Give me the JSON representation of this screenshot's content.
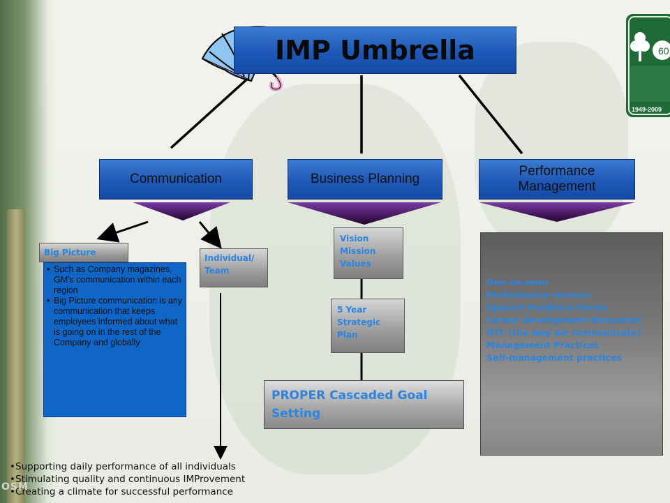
{
  "title": "IMP Umbrella",
  "categories": [
    {
      "label": "Communication"
    },
    {
      "label": "Business Planning"
    },
    {
      "label": "Performance Management"
    }
  ],
  "communication": {
    "big_picture_label": "Big Picture",
    "big_picture_bullets": [
      "Such as Company magazines, GM’s communication within each region",
      "Big Picture communication is any communication that keeps employees informed about what is going on in the rest of the Company and globally"
    ],
    "individual_team_label": "Individual/ Team",
    "bottom_bullets": [
      "Supporting daily performance of all individuals",
      "Stimulating quality and continuous IMProvement",
      "Creating a climate for successful performance"
    ]
  },
  "business_planning": {
    "vmv_label": "Vision Mission Values",
    "strategic_label": "5 Year Strategic Plan",
    "goal_label": "PROPER Cascaded Goal Setting"
  },
  "performance_management": {
    "items": [
      "One-on-ones",
      "Performance reviews",
      "Upward Feedback Forms",
      "Career development discussion",
      "OTL (the way we communicate)",
      "Management Practices",
      "Self-management practices"
    ]
  },
  "logo": {
    "number": "60",
    "years": "1949-2009"
  },
  "corner_text": "OSM",
  "colors": {
    "blue_box": "#1f58b7",
    "accent_text": "#2a84e0",
    "arrow": "#3d0d5c"
  }
}
